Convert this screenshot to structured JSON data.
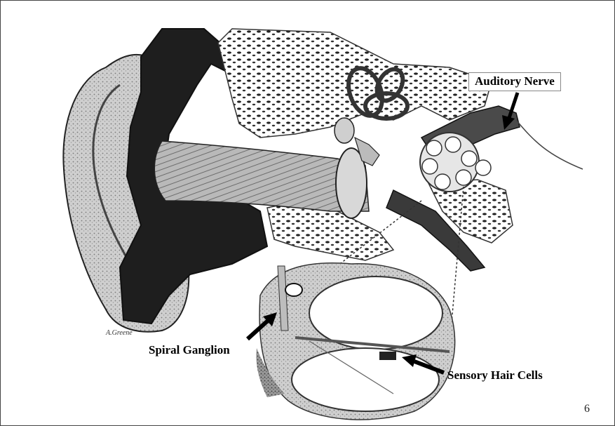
{
  "labels": {
    "auditory_nerve": "Auditory Nerve",
    "spiral_ganglion": "Spiral Ganglion",
    "sensory_hair_cells": "Sensory Hair Cells"
  },
  "signature": "A.Greene",
  "page_number": "6",
  "colors": {
    "ink": "#111111",
    "shade_dark": "#2a2a2a",
    "shade_mid": "#8c8c8c",
    "shade_light": "#d6d6d6",
    "background": "#ffffff"
  }
}
